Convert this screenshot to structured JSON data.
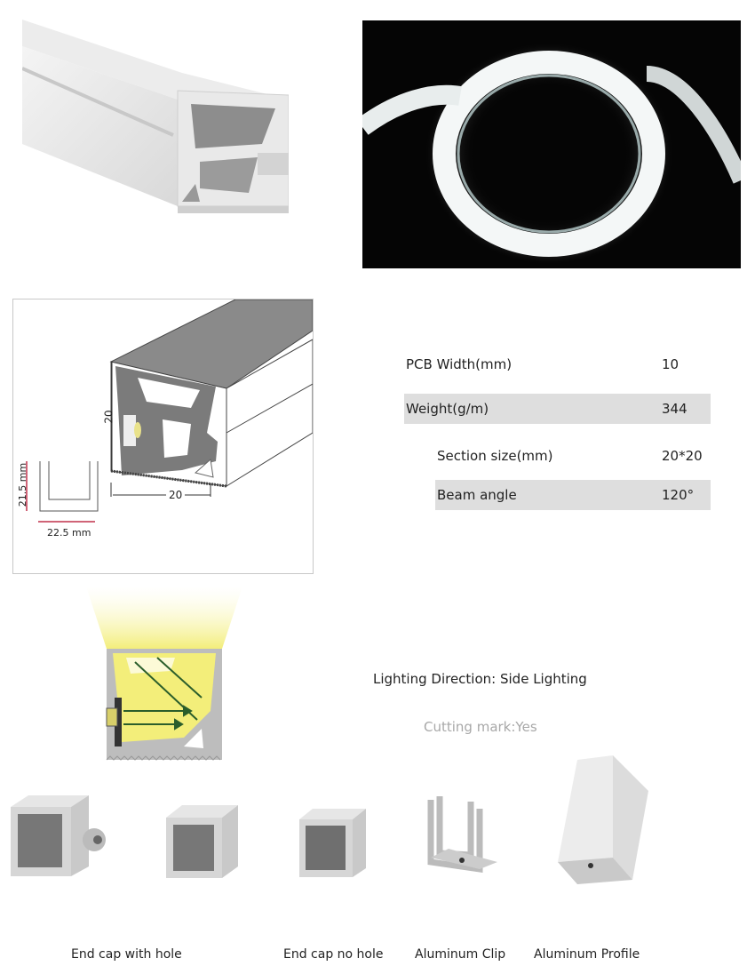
{
  "specs": [
    {
      "label": "PCB Width(mm)",
      "value": "10"
    },
    {
      "label": "Weight(g/m)",
      "value": "344"
    },
    {
      "label": "Section size(mm)",
      "value": "20*20"
    },
    {
      "label": "Beam angle",
      "value": "120°"
    }
  ],
  "dimensions": {
    "height": "20",
    "width": "20",
    "clip_height": "21.5 mm",
    "clip_width": "22.5 mm"
  },
  "lighting_direction": "Lighting Direction: Side Lighting",
  "cutting_mark": "Cutting mark:Yes",
  "accessories": [
    {
      "label": "End cap with hole"
    },
    {
      "label": "End cap no hole"
    },
    {
      "label": "Aluminum Clip"
    },
    {
      "label": "Aluminum Profile"
    }
  ],
  "colors": {
    "dim_red": "#c0304a",
    "glow_yellow": "#f3ee7a",
    "profile_gray": "#7b7b7b"
  }
}
